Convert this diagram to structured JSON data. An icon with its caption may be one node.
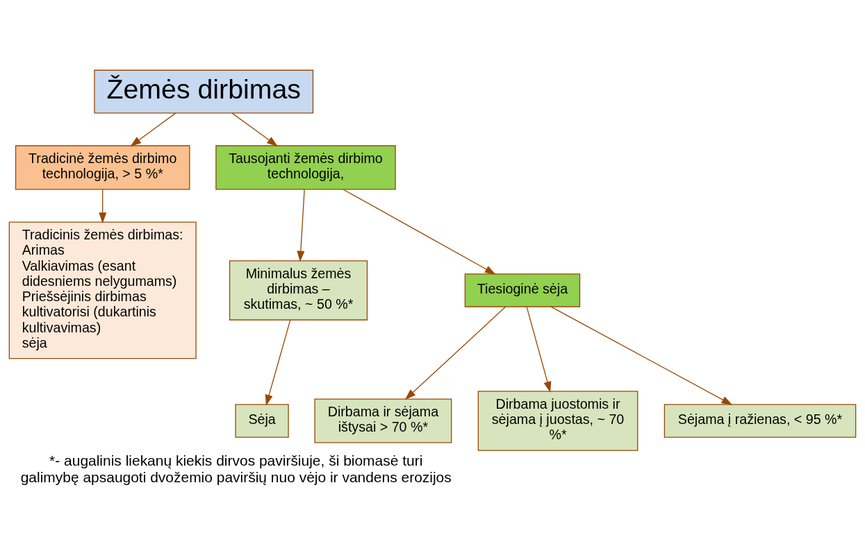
{
  "diagram": {
    "caption": "*- augalinis liekanų kiekis dirvos paviršiuje, ši biomasė turi galimybę apsaugoti dvožemio paviršių nuo vėjo ir vandens erozijos",
    "nodes": [
      {
        "text": [
          "Žemės dirbimas"
        ]
      },
      {
        "text": [
          "Tradicinė žemės dirbimo technologija, > 5 %*"
        ]
      },
      {
        "text": [
          "Tausojanti žemės dirbimo technologija,"
        ]
      },
      {
        "text": [
          "Tradicinis žemės dirbimas:",
          "Arimas",
          "Valkiavimas (esant didesniems nelygumams)",
          "Priešsėjinis dirbimas kultivatorisi (dukartinis kultivavimas)",
          "sėja"
        ]
      },
      {
        "text": [
          "Minimalus žemės dirbimas – skutimas, ~ 50 %*"
        ]
      },
      {
        "text": [
          "Tiesioginė sėja"
        ]
      },
      {
        "text": [
          "Sėja"
        ]
      },
      {
        "text": [
          "Dirbama ir sėjama ištysai > 70 %*"
        ]
      },
      {
        "text": [
          "Dirbama juostomis ir sėjama į juostas, ~ 70 %*"
        ]
      },
      {
        "text": [
          "Sėjama į ražienas, < 95 %*"
        ]
      }
    ],
    "edges": [
      {
        "from": 0,
        "to": 1,
        "arrow": "to"
      },
      {
        "from": 0,
        "to": 2,
        "arrow": "to"
      },
      {
        "from": 1,
        "to": 3,
        "arrow": "to"
      },
      {
        "from": 2,
        "to": 4,
        "arrow": "to"
      },
      {
        "from": 2,
        "to": 5,
        "arrow": "to"
      },
      {
        "from": 4,
        "to": 6,
        "arrow": "to"
      },
      {
        "from": 5,
        "to": 7,
        "arrow": "to"
      },
      {
        "from": 5,
        "to": 8,
        "arrow": "to"
      },
      {
        "from": 5,
        "to": 9,
        "arrow": "to"
      }
    ]
  }
}
